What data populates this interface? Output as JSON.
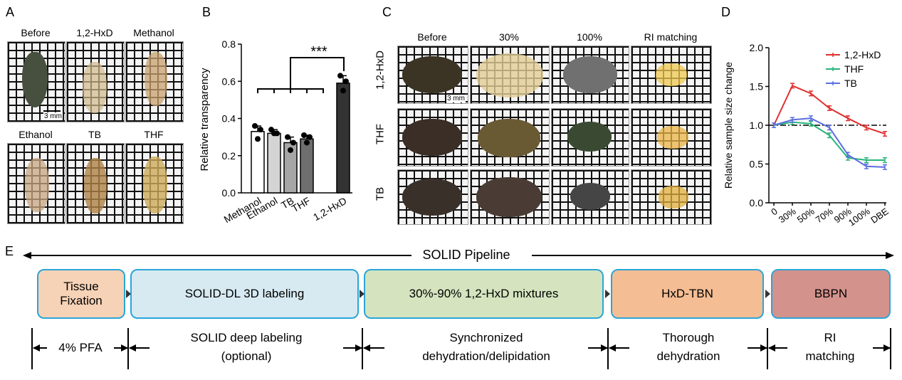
{
  "panels": {
    "a": "A",
    "b": "B",
    "c": "C",
    "d": "D",
    "e": "E"
  },
  "panel_a": {
    "labels": [
      "Before",
      "1,2-HxD",
      "Methanol",
      "Ethanol",
      "TB",
      "THF"
    ],
    "scale": "3 mm"
  },
  "panel_c": {
    "columns": [
      "Before",
      "30%",
      "100%",
      "RI matching"
    ],
    "rows": [
      "1,2-HxD",
      "THF",
      "TB"
    ],
    "scale": "3 mm"
  },
  "chart_data": [
    {
      "type": "bar",
      "panel": "B",
      "categories": [
        "Methanol",
        "Ethanol",
        "TB",
        "THF",
        "1,2-HxD"
      ],
      "values": [
        0.33,
        0.32,
        0.27,
        0.29,
        0.59
      ],
      "errors": [
        0.03,
        0.02,
        0.03,
        0.02,
        0.04
      ],
      "points": [
        [
          0.36,
          0.34,
          0.29
        ],
        [
          0.34,
          0.32,
          0.32
        ],
        [
          0.3,
          0.27,
          0.23
        ],
        [
          0.31,
          0.3,
          0.27
        ],
        [
          0.63,
          0.6,
          0.55
        ]
      ],
      "bar_colors": [
        "#ffffff",
        "#d4d4d4",
        "#a6a6a6",
        "#6e6e6e",
        "#333333"
      ],
      "ylabel": "Relative transparency",
      "yticks": [
        "0.0",
        "0.2",
        "0.4",
        "0.6",
        "0.8"
      ],
      "ylim": [
        0,
        0.8
      ],
      "significance": "***"
    },
    {
      "type": "line",
      "panel": "D",
      "categories": [
        "0",
        "30%",
        "50%",
        "70%",
        "90%",
        "100%",
        "DBE"
      ],
      "series": [
        {
          "name": "1,2-HxD",
          "color": "#e03030",
          "values": [
            1.0,
            1.51,
            1.41,
            1.22,
            1.09,
            0.97,
            0.89
          ]
        },
        {
          "name": "THF",
          "color": "#2ab37a",
          "values": [
            1.0,
            1.04,
            1.02,
            0.87,
            0.58,
            0.55,
            0.55
          ]
        },
        {
          "name": "TB",
          "color": "#5b6de0",
          "values": [
            1.0,
            1.07,
            1.09,
            0.97,
            0.62,
            0.47,
            0.46
          ]
        }
      ],
      "errors": 0.03,
      "ylabel": "Relative sample size change",
      "yticks": [
        "0.0",
        "0.5",
        "1.0",
        "1.5",
        "2.0"
      ],
      "ylim": [
        0,
        2.0
      ],
      "reference_line": 1.0,
      "legend": "top-right"
    }
  ],
  "pipeline": {
    "title": "SOLID Pipeline",
    "stages": [
      {
        "label": "Tissue Fixation",
        "color": "#f6d2b6"
      },
      {
        "label": "SOLID-DL 3D labeling",
        "color": "#d7eaf2"
      },
      {
        "label": "30%-90% 1,2-HxD mixtures",
        "color": "#d5e4bf"
      },
      {
        "label": "HxD-TBN",
        "color": "#f4bd94"
      },
      {
        "label": "BBPN",
        "color": "#d4928c"
      }
    ],
    "steps": [
      {
        "line1": "4% PFA",
        "line2": ""
      },
      {
        "line1": "SOLID deep labeling",
        "line2": "(optional)"
      },
      {
        "line1": "Synchronized",
        "line2": "dehydration/delipidation"
      },
      {
        "line1": "Thorough",
        "line2": "dehydration"
      },
      {
        "line1": "RI",
        "line2": "matching"
      }
    ]
  }
}
